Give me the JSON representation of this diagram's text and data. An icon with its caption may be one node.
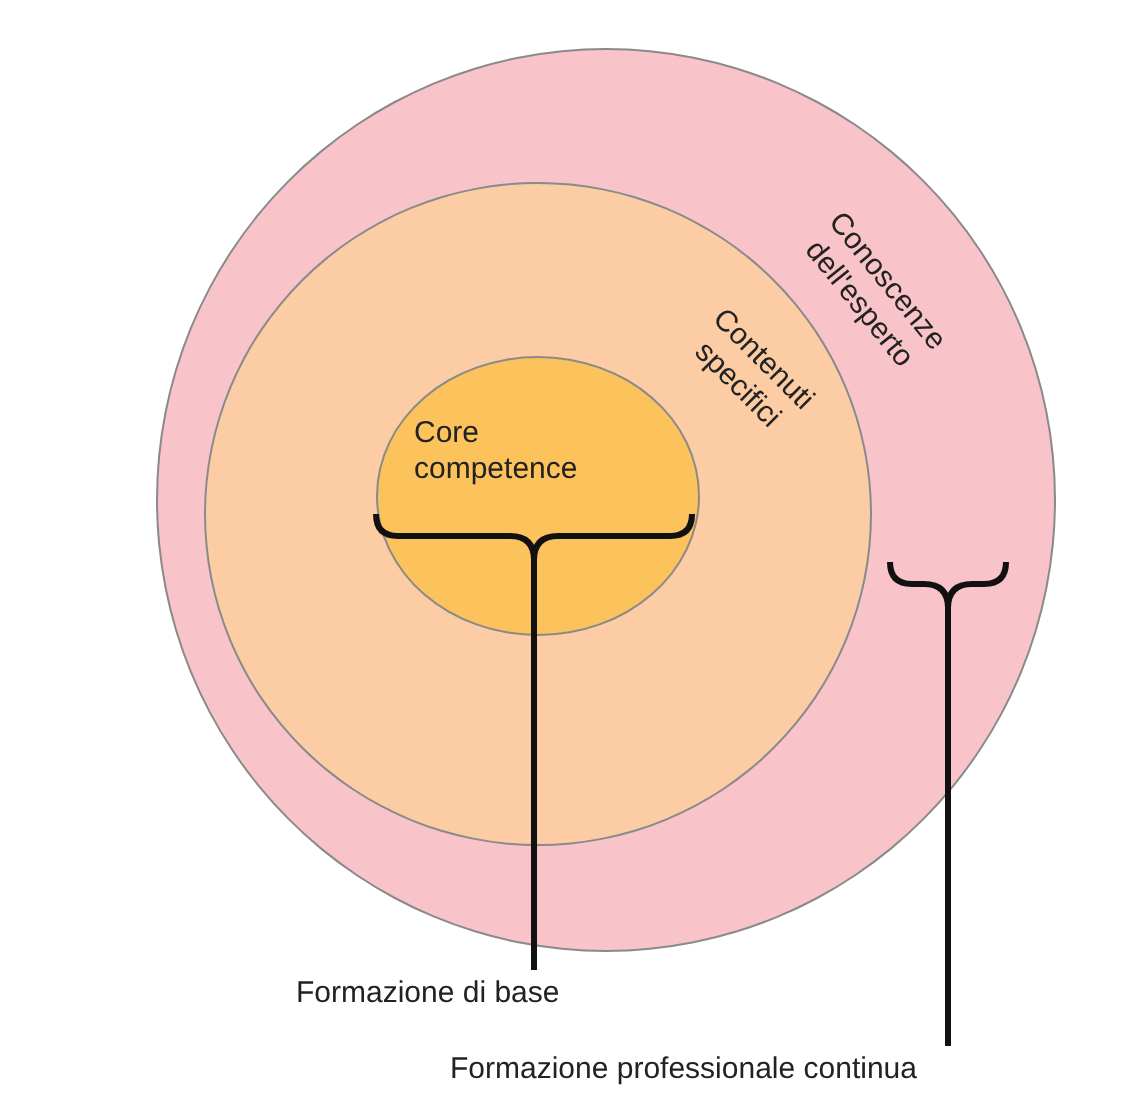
{
  "diagram": {
    "nodes": [
      {
        "text": [
          "Conoscenze dell'esperto"
        ]
      },
      {
        "text": [
          "Contenuti specifici"
        ],
        "in": 0
      },
      {
        "text": [
          "Core competence"
        ],
        "in": 1
      },
      {
        "text": [
          "Formazione di base"
        ]
      },
      {
        "text": [
          "Formazione professionale continua"
        ]
      }
    ],
    "edges": [
      {
        "from": 3,
        "to": 2,
        "arrow": "none"
      },
      {
        "from": 4,
        "to": 0,
        "arrow": "none"
      }
    ]
  }
}
